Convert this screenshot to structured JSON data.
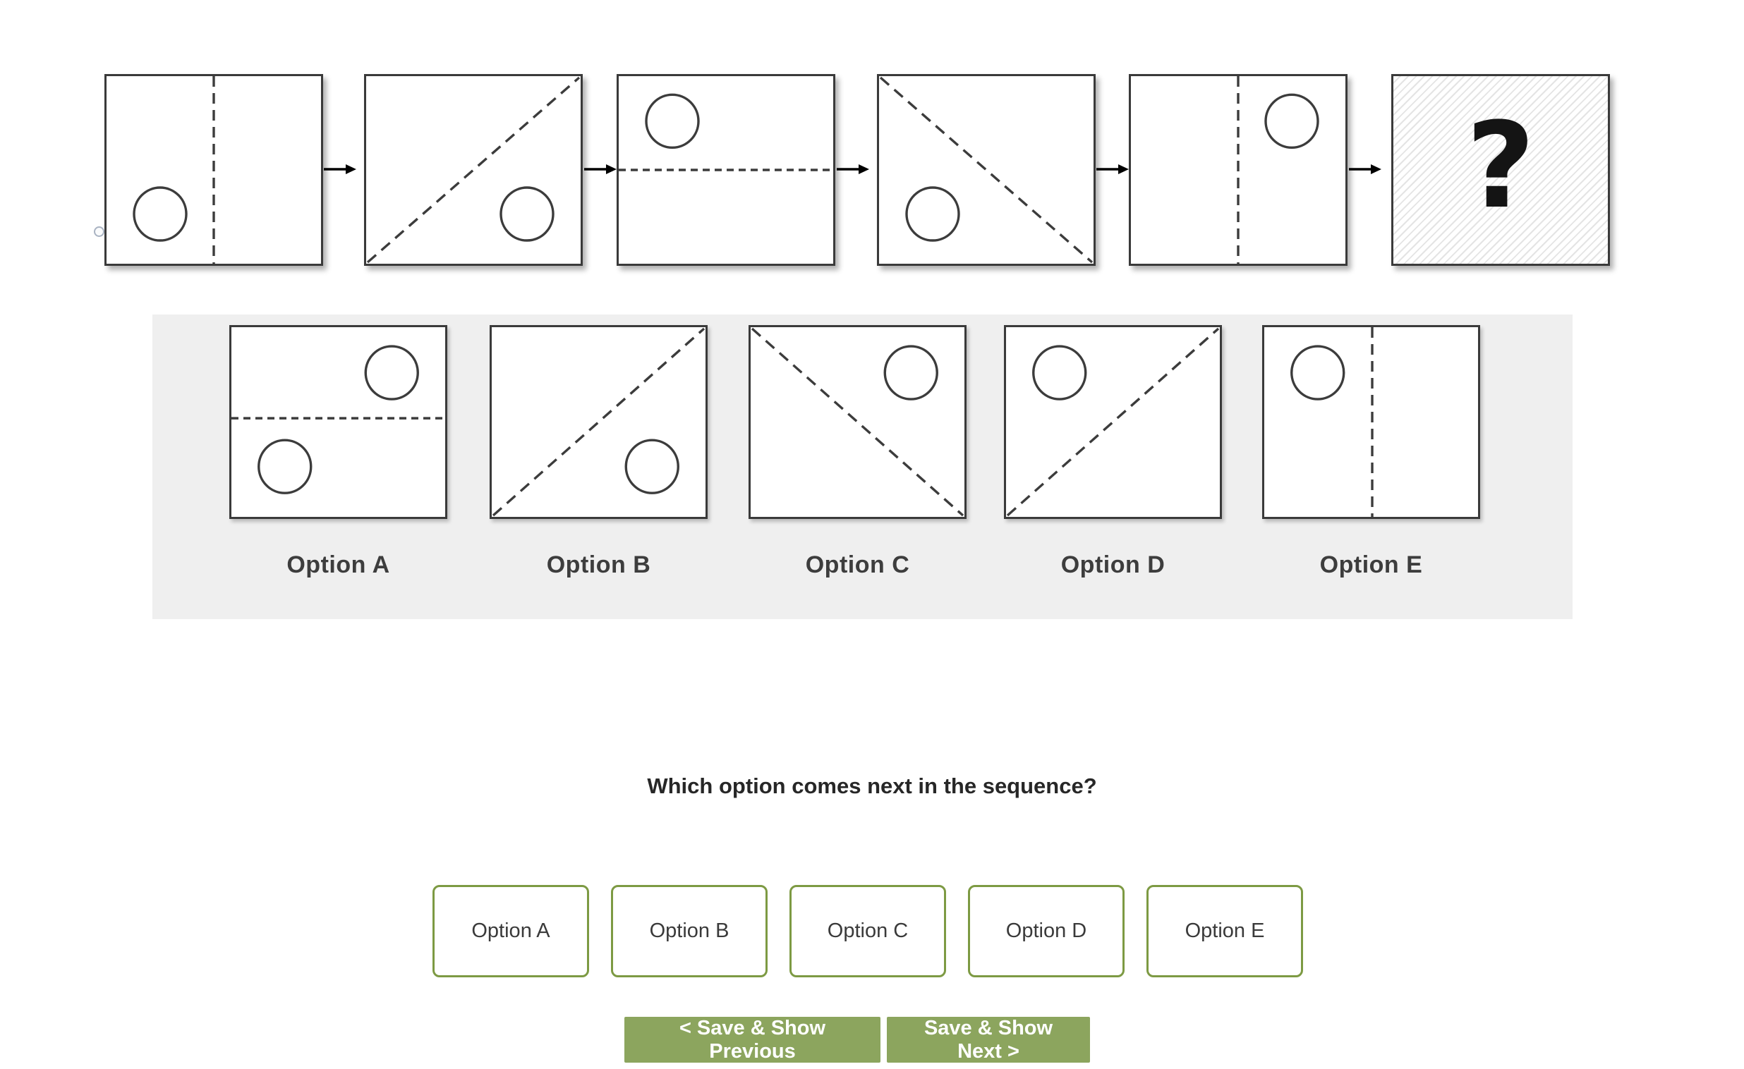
{
  "sequence": {
    "boxes": [
      {
        "name": "step-1",
        "line": "vertical",
        "line_pos": 0.5,
        "circles": [
          "bottom-left"
        ]
      },
      {
        "name": "step-2",
        "line": "diagonal-up",
        "circles": [
          "bottom-right"
        ]
      },
      {
        "name": "step-3",
        "line": "horizontal",
        "line_pos": 0.5,
        "circles": [
          "top-left"
        ]
      },
      {
        "name": "step-4",
        "line": "diagonal-down",
        "circles": [
          "bottom-left"
        ]
      },
      {
        "name": "step-5",
        "line": "vertical",
        "line_pos": 0.5,
        "circles": [
          "top-right"
        ]
      }
    ],
    "question_mark": "?"
  },
  "options_panel": {
    "options": [
      {
        "label": "Option A",
        "line": "horizontal",
        "line_pos": 0.48,
        "circles": [
          "top-right",
          "bottom-left"
        ]
      },
      {
        "label": "Option B",
        "line": "diagonal-up",
        "circles": [
          "bottom-right"
        ]
      },
      {
        "label": "Option C",
        "line": "diagonal-down",
        "circles": [
          "top-right"
        ]
      },
      {
        "label": "Option D",
        "line": "diagonal-up",
        "circles": [
          "top-left"
        ]
      },
      {
        "label": "Option E",
        "line": "vertical",
        "line_pos": 0.505,
        "circles": [
          "top-left"
        ]
      }
    ]
  },
  "question": {
    "text": "Which option comes next in the sequence?"
  },
  "answers": {
    "buttons": [
      "Option A",
      "Option B",
      "Option C",
      "Option D",
      "Option E"
    ]
  },
  "navigation": {
    "previous_label": "< Save & Show Previous",
    "next_label": "Save & Show Next >"
  },
  "colors": {
    "line_dark": "#3c3c3c",
    "accent_green_border": "#7d9a43",
    "button_green": "#8ca55e",
    "panel_gray": "#efefef"
  }
}
